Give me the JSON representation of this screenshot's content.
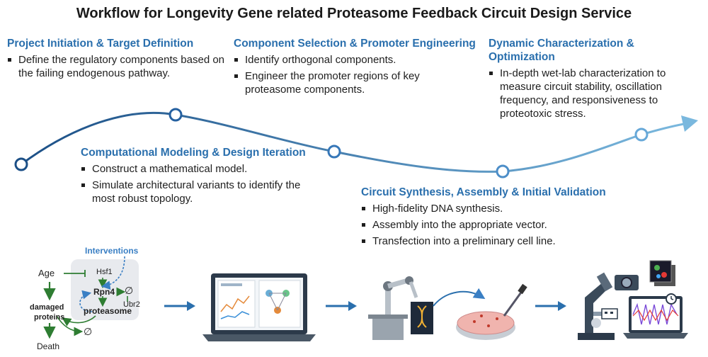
{
  "title": "Workflow for Longevity Gene related Proteasome Feedback Circuit Design Service",
  "steps": [
    {
      "heading": "Project Initiation & Target Definition",
      "bullets": [
        "Define the regulatory components based on the failing endogenous pathway."
      ]
    },
    {
      "heading": "Computational Modeling & Design Iteration",
      "bullets": [
        "Construct a mathematical model.",
        "Simulate architectural variants to identify the most robust topology."
      ]
    },
    {
      "heading": "Component Selection & Promoter Engineering",
      "bullets": [
        "Identify orthogonal components.",
        "Engineer the promoter regions of key proteasome components."
      ]
    },
    {
      "heading": "Circuit Synthesis, Assembly & Initial Validation",
      "bullets": [
        "High-fidelity DNA synthesis.",
        "Assembly into the appropriate vector.",
        "Transfection into a preliminary cell line."
      ]
    },
    {
      "heading": "Dynamic Characterization & Optimization",
      "bullets": [
        "In-depth wet-lab characterization to measure circuit stability, oscillation frequency, and responsiveness to proteotoxic stress."
      ]
    }
  ],
  "pathway": {
    "interventions": "Interventions",
    "age": "Age",
    "hsf1": "Hsf1",
    "rpn4": "Rpn4",
    "ubr2": "Ubr2",
    "proteasome": "proteasome",
    "damaged": "damaged",
    "proteins": "proteins",
    "death": "Death",
    "null_symbol": "∅"
  },
  "colors": {
    "accent": "#2a6fad",
    "curve_start": "#1b4f86",
    "curve_end": "#6aaed6",
    "pathway_green": "#2e7d32",
    "dashed_blue": "#3a7fc4"
  }
}
